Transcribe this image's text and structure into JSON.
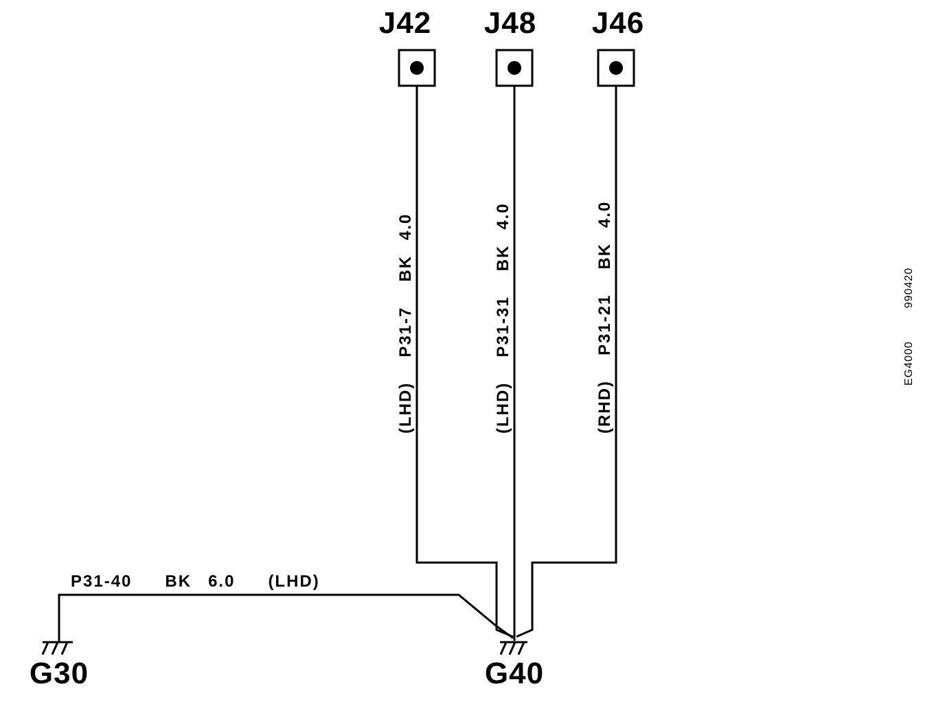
{
  "connectors": [
    {
      "id": "J42",
      "wire": {
        "side": "(LHD)",
        "pin": "P31-7",
        "color": "BK",
        "gauge": "4.0"
      }
    },
    {
      "id": "J48",
      "wire": {
        "side": "(LHD)",
        "pin": "P31-31",
        "color": "BK",
        "gauge": "4.0"
      }
    },
    {
      "id": "J46",
      "wire": {
        "side": "(RHD)",
        "pin": "P31-21",
        "color": "BK",
        "gauge": "4.0"
      }
    }
  ],
  "grounds": {
    "left": "G30",
    "right": "G40"
  },
  "ground_wire": {
    "pin": "P31-40",
    "color": "BK",
    "gauge": "6.0",
    "side": "(LHD)"
  },
  "footer": {
    "code": "EG4000",
    "date": "990420"
  }
}
